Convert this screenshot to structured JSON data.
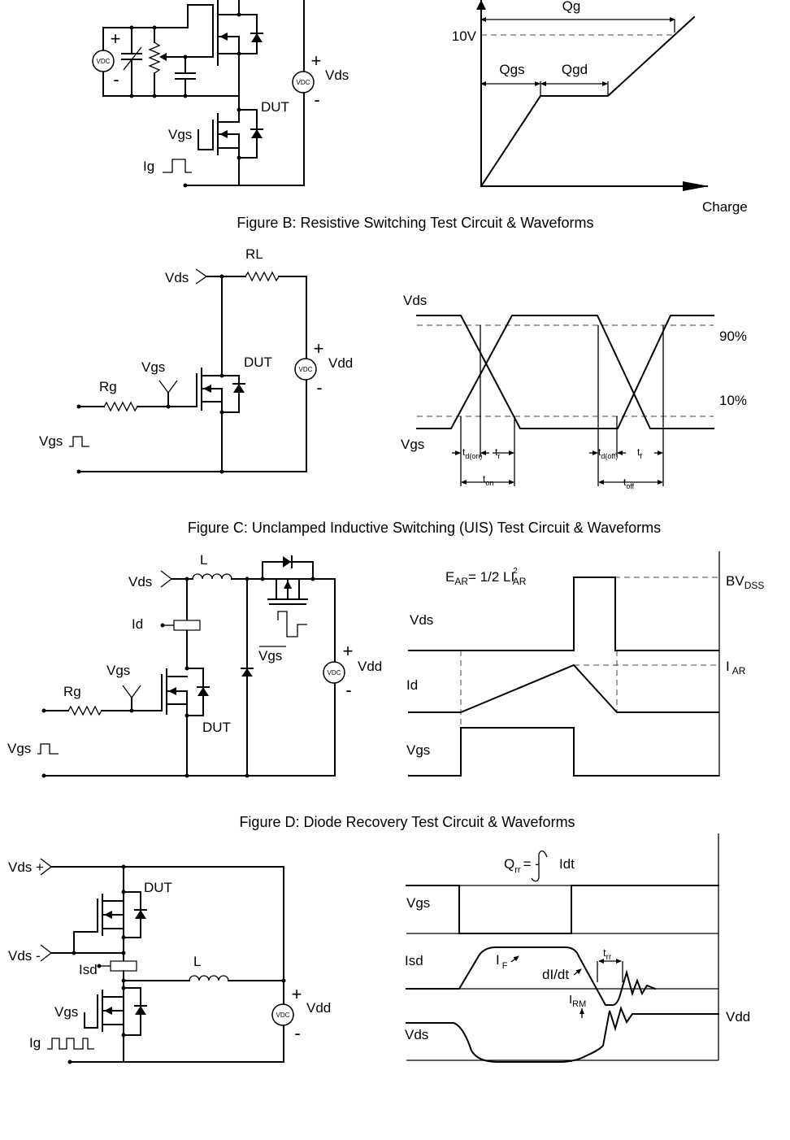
{
  "figA": {
    "labels": {
      "plus_left": "+",
      "minus_left": "-",
      "vdc_left": "VDC",
      "vdc_right": "VDC",
      "plus_right": "+",
      "minus_right": "-",
      "vds": "Vds",
      "dut": "DUT",
      "vgs": "Vgs",
      "ig": "Ig"
    },
    "waveform": {
      "qg": "Qg",
      "v10": "10V",
      "qgs": "Qgs",
      "qgd": "Qgd",
      "charge": "Charge"
    }
  },
  "figB": {
    "title": "Figure B: Resistive Switching Test Circuit & Waveforms",
    "circuit": {
      "rl": "RL",
      "vds": "Vds",
      "dut": "DUT",
      "vgs": "Vgs",
      "rg": "Rg",
      "vgs_src": "Vgs",
      "vdc": "VDC",
      "plus": "+",
      "minus": "-",
      "vdd": "Vdd"
    },
    "waveform": {
      "vds": "Vds",
      "vgs": "Vgs",
      "p90": "90%",
      "p10": "10%",
      "td_on_main": "t",
      "td_on_sub": "d(on)",
      "tr_main": "t",
      "tr_sub": "r",
      "td_off_main": "t",
      "td_off_sub": "d(off)",
      "tf_main": "t",
      "tf_sub": "f",
      "ton_main": "t",
      "ton_sub": "on",
      "toff_main": "t",
      "toff_sub": "off"
    }
  },
  "figC": {
    "title": "Figure C: Unclamped Inductive Switching (UIS) Test Circuit & Waveforms",
    "circuit": {
      "vds": "Vds",
      "l": "L",
      "id": "Id",
      "vgs": "Vgs",
      "vgs_bar": "Vgs",
      "rg": "Rg",
      "vgs_src": "Vgs",
      "dut": "DUT",
      "vdc": "VDC",
      "plus": "+",
      "minus": "-",
      "vdd": "Vdd"
    },
    "waveform": {
      "ear_main": "E",
      "ear_sub": "AR",
      "ear_eq": "= 1/2 LI",
      "ear_sup": "2",
      "ear_sub2": "AR",
      "bv_main": "BV",
      "bv_sub": "DSS",
      "iar_main": "I",
      "iar_sub": "AR",
      "vds": "Vds",
      "id": "Id",
      "vgs": "Vgs"
    }
  },
  "figD": {
    "title": "Figure D: Diode Recovery Test Circuit & Waveforms",
    "circuit": {
      "vds_plus": "Vds +",
      "vds_minus": "Vds -",
      "dut": "DUT",
      "isd": "Isd",
      "l": "L",
      "vgs": "Vgs",
      "ig": "Ig",
      "vdc": "VDC",
      "plus": "+",
      "minus": "-",
      "vdd": "Vdd"
    },
    "waveform": {
      "qrr_main": "Q",
      "qrr_sub": "rr",
      "qrr_eq": "= -",
      "qrr_int": "Idt",
      "vgs": "Vgs",
      "isd": "Isd",
      "if_main": "I",
      "if_sub": "F",
      "didt": "dI/dt",
      "trr_main": "t",
      "trr_sub": "rr",
      "irm_main": "I",
      "irm_sub": "RM",
      "vds": "Vds",
      "vdd": "Vdd"
    }
  }
}
